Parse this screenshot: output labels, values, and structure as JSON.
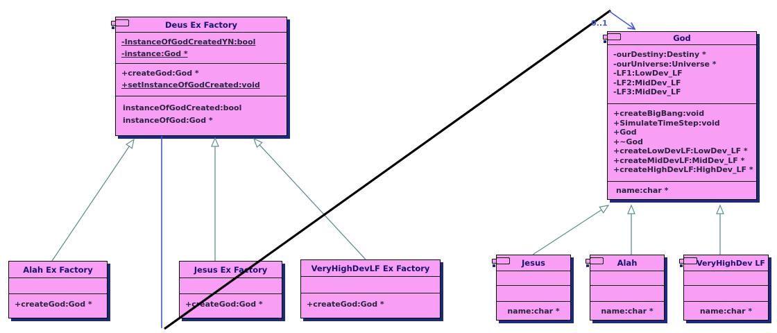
{
  "diagram": {
    "labels": {
      "multiplicity": "0..1"
    },
    "colors": {
      "fill": "#F99EF5",
      "shadow": "#1A2A7E",
      "titleText": "#14146E",
      "bodyText": "#26263E",
      "gen": "#5E8F8F",
      "assoc": "#4153E6",
      "blackline": "#000000"
    },
    "classes": {
      "deus": {
        "title": "Deus Ex Factory",
        "attrs": [
          "-InstanceOfGodCreatedYN:bool",
          "-instance:God *"
        ],
        "ops": [
          "+createGod:God *",
          "+setInstanceOfGodCreated:void"
        ],
        "props": [
          "instanceOfGodCreated:bool",
          "instanceOfGod:God *"
        ]
      },
      "alah_factory": {
        "title": "Alah Ex Factory",
        "ops": [
          "+createGod:God *"
        ]
      },
      "jesus_factory": {
        "title": "Jesus Ex Factory",
        "ops": [
          "+createGod:God *"
        ]
      },
      "vhd_factory": {
        "title": "VeryHighDevLF Ex Factory",
        "ops": [
          "+createGod:God *"
        ]
      },
      "god": {
        "title": "God",
        "attrs": [
          "-ourDestiny:Destiny *",
          "-ourUniverse:Universe *",
          "-LF1:LowDev_LF",
          "-LF2:MidDev_LF",
          "-LF3:MidDev_LF"
        ],
        "ops": [
          "+createBigBang:void",
          "+SimulateTimeStep:void",
          "+God",
          "+~God",
          "+createLowDevLF:LowDev_LF *",
          "+createMidDevLF:MidDev_LF *",
          "+createHighDevLF:HighDev_LF *"
        ],
        "props": [
          "name:char *"
        ]
      },
      "jesus": {
        "title": "Jesus",
        "props": [
          "name:char *"
        ]
      },
      "alah": {
        "title": "Alah",
        "props": [
          "name:char *"
        ]
      },
      "vhd": {
        "title": "VeryHighDev LF",
        "props": [
          "name:char *"
        ]
      }
    }
  }
}
